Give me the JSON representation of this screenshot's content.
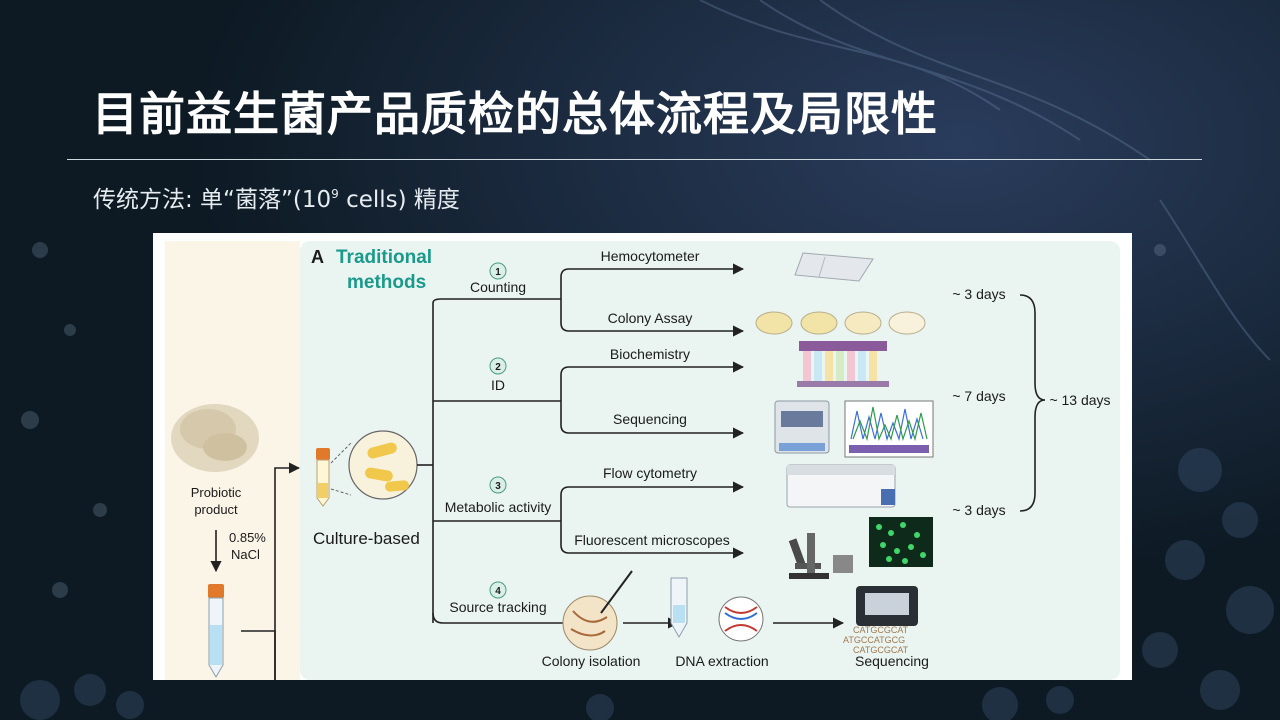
{
  "slide": {
    "title": "目前益生菌产品质检的总体流程及局限性",
    "subtitle_prefix": "传统方法: 单“菌落”(10",
    "subtitle_exp": "9",
    "subtitle_suffix": " cells) 精度"
  },
  "figure": {
    "panel_letter": "A",
    "panel_title_line1": "Traditional",
    "panel_title_line2": "methods",
    "probiotic_label_line1": "Probiotic",
    "probiotic_label_line2": "product",
    "nacl_line1": "0.85%",
    "nacl_line2": "NaCl",
    "culture_label": "Culture-based",
    "steps": [
      {
        "num": "1",
        "label": "Counting"
      },
      {
        "num": "2",
        "label": "ID"
      },
      {
        "num": "3",
        "label": "Metabolic activity"
      },
      {
        "num": "4",
        "label": "Source tracking"
      }
    ],
    "methods": {
      "hemocytometer": "Hemocytometer",
      "colony_assay": "Colony Assay",
      "biochemistry": "Biochemistry",
      "sequencing": "Sequencing",
      "flow_cytometry": "Flow cytometry",
      "fluorescent_microscopes": "Fluorescent microscopes"
    },
    "source_tracking_steps": {
      "colony_isolation": "Colony isolation",
      "dna_extraction": "DNA extraction",
      "sequencing": "Sequencing"
    },
    "durations": {
      "counting": "~ 3 days",
      "id": "~ 7 days",
      "metabolic": "~ 3 days",
      "total": "~ 13 days"
    },
    "sequence_text_1": "CATGCGCAT",
    "sequence_text_2": "ATGCCATGCG",
    "sequence_text_3": "CATGCGCAT"
  },
  "colors": {
    "accent_teal": "#1a9a8a",
    "panel_bg": "#eaf4f1",
    "left_bg": "#fbf5e8",
    "slide_bg": "#0d1a24"
  }
}
